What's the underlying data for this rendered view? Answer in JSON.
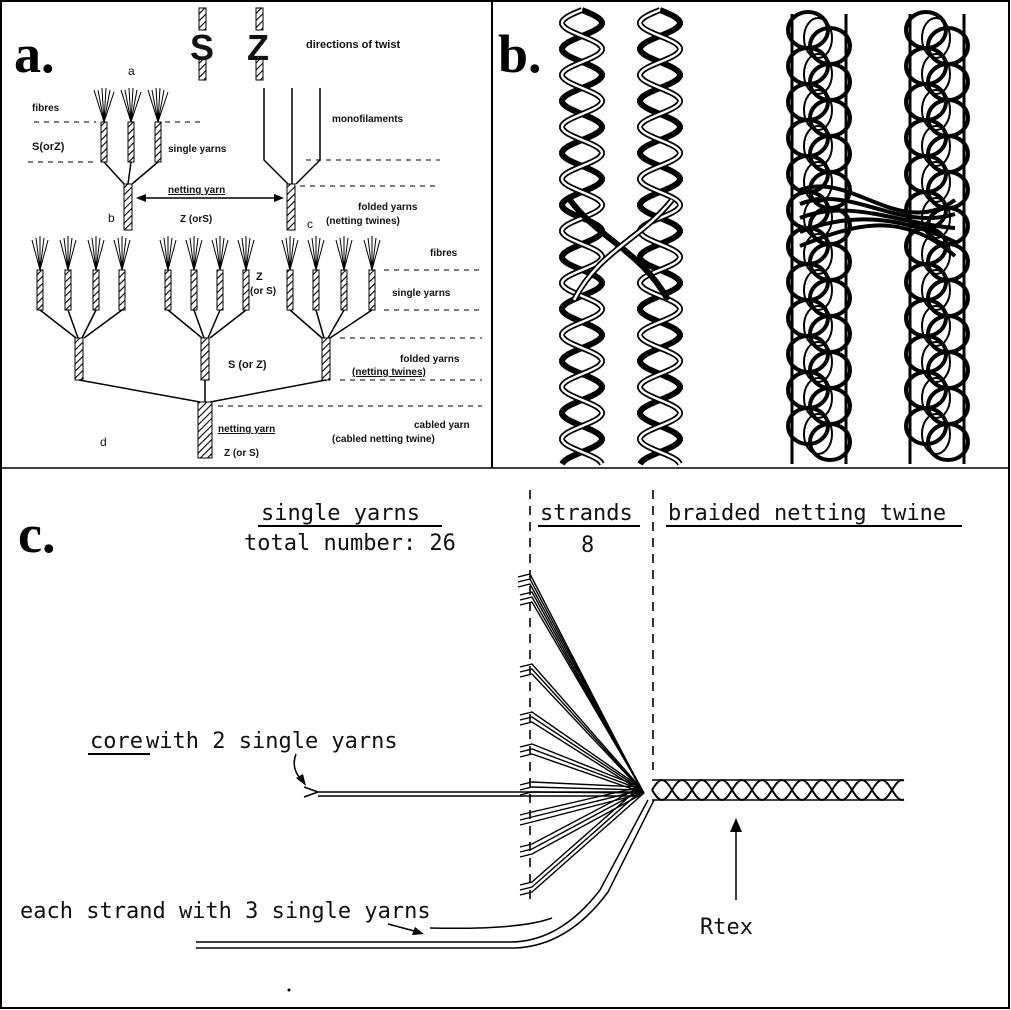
{
  "panel_letters": {
    "a": "a.",
    "b": "b.",
    "c": "c."
  },
  "panel_a": {
    "twist_s": "S",
    "twist_z": "Z",
    "directions_of_twist": "directions of twist",
    "sub_a": "a",
    "fibres_top": "fibres",
    "s_or_z": "S(orZ)",
    "single_yarns_top": "single yarns",
    "monofilaments": "monofilaments",
    "netting_yarn_top": "netting yarn",
    "z_or_s_top": "Z (orS)",
    "sub_b": "b",
    "sub_c": "c",
    "folded_yarns_top": "folded yarns",
    "netting_twines_top": "(netting twines)",
    "fibres_mid": "fibres",
    "z_mid": "Z",
    "or_s_mid": "(or S)",
    "single_yarns_mid": "single yarns",
    "s_or_z_mid": "S (or Z)",
    "folded_yarns_mid": "folded yarns",
    "netting_twines_mid": "(netting twines)",
    "sub_d": "d",
    "cabled_yarn": "cabled yarn",
    "cabled_netting_twine": "(cabled netting twine)",
    "netting_yarn_bottom": "netting yarn",
    "z_or_s_bottom": "Z (or S)"
  },
  "panel_c": {
    "single_yarns": "single yarns",
    "total_number": "total number: 26",
    "strands": "strands",
    "strands_count": "8",
    "braided_netting_twine": "braided netting twine",
    "core_word": "core",
    "core_rest": " with 2 single yarns",
    "each_strand": "each strand with 3 single yarns",
    "rtex": "Rtex"
  }
}
